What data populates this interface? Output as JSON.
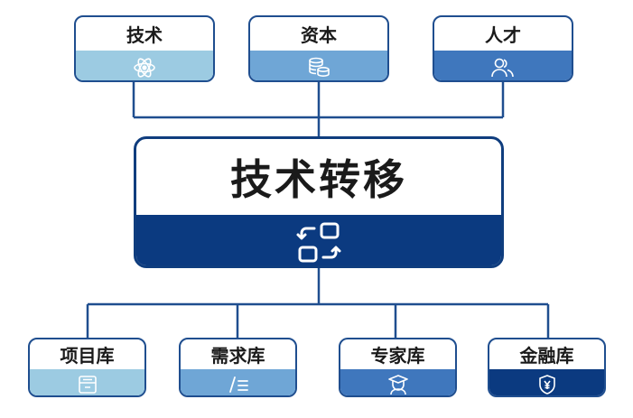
{
  "center": {
    "title": "技术转移",
    "icon": "exchange-arrows-icon",
    "color": "#0b3a80"
  },
  "inputs": [
    {
      "label": "技术",
      "icon": "atom-icon",
      "color": "#9ccbe2"
    },
    {
      "label": "资本",
      "icon": "coins-icon",
      "color": "#6fa6d6"
    },
    {
      "label": "人才",
      "icon": "people-icon",
      "color": "#3f77bd"
    }
  ],
  "libraries": [
    {
      "label": "项目库",
      "icon": "archive-box-icon",
      "color": "#9ccbe2"
    },
    {
      "label": "需求库",
      "icon": "edit-list-icon",
      "color": "#6fa6d6"
    },
    {
      "label": "专家库",
      "icon": "graduate-icon",
      "color": "#3f77bd"
    },
    {
      "label": "金融库",
      "icon": "shield-yen-icon",
      "color": "#0b3a80"
    }
  ]
}
